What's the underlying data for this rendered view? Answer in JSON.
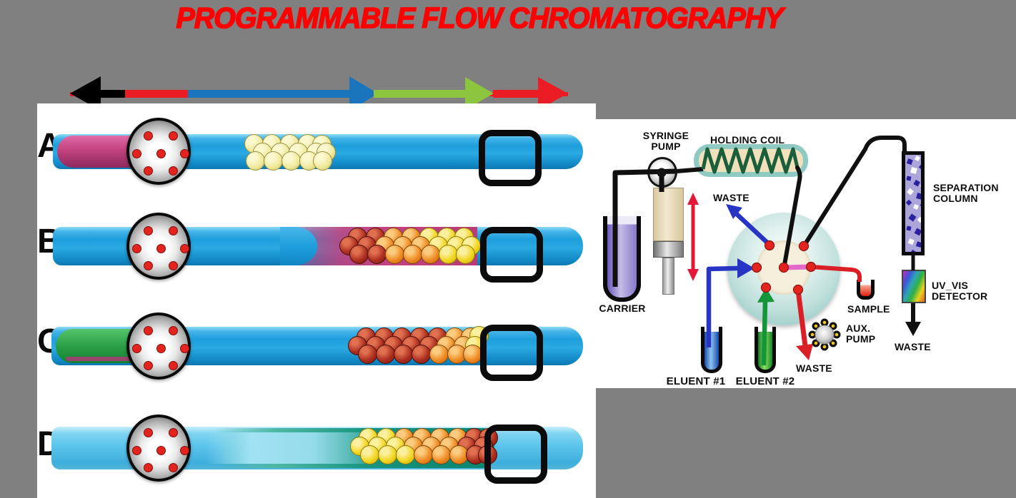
{
  "title": "PROGRAMMABLE FLOW CHROMATOGRAPHY",
  "colors": {
    "title_red": "#FF0000",
    "arrow_black": "#000000",
    "arrow_red": "#EC1C24",
    "arrow_blue": "#1B75BC",
    "arrow_green": "#8CC63E",
    "plug_magenta": "#C2427F",
    "plug_green": "#2CA048",
    "zone_teal": "#0E8A74",
    "bead_paleyellow": "#EFE99A",
    "bead_yellow": "#F2D51E",
    "bead_orange": "#EE8A20",
    "bead_red": "#AC2E1E"
  },
  "flow_arrow": {
    "segments": [
      {
        "color_key": "arrow_black",
        "direction": "left"
      },
      {
        "color_key": "arrow_red",
        "direction": "none"
      },
      {
        "color_key": "arrow_blue",
        "direction": "right"
      },
      {
        "color_key": "arrow_green",
        "direction": "right"
      },
      {
        "color_key": "arrow_red",
        "direction": "right"
      }
    ]
  },
  "tube_panel": {
    "rows": [
      {
        "label": "A",
        "band": "magenta-plug",
        "beads": [
          [
            303,
            56,
            "py"
          ],
          [
            328,
            56,
            "py"
          ],
          [
            353,
            56,
            "py"
          ],
          [
            378,
            56,
            "py"
          ],
          [
            398,
            57,
            "py"
          ],
          [
            315,
            68,
            "py"
          ],
          [
            340,
            68,
            "py"
          ],
          [
            365,
            68,
            "py"
          ],
          [
            390,
            68,
            "py"
          ],
          [
            404,
            68,
            "py"
          ],
          [
            305,
            80,
            "py"
          ],
          [
            330,
            80,
            "py"
          ],
          [
            355,
            80,
            "py"
          ],
          [
            380,
            80,
            "py"
          ],
          [
            399,
            80,
            "py"
          ]
        ]
      },
      {
        "label": "B",
        "band": "magenta-gradient-zone",
        "beads": [
          [
            448,
            187,
            "dr"
          ],
          [
            473,
            187,
            "dr"
          ],
          [
            498,
            187,
            "or"
          ],
          [
            523,
            187,
            "or"
          ],
          [
            548,
            187,
            "ye"
          ],
          [
            573,
            187,
            "ye"
          ],
          [
            597,
            187,
            "ye"
          ],
          [
            436,
            199,
            "dr"
          ],
          [
            461,
            199,
            "dr"
          ],
          [
            486,
            199,
            "or"
          ],
          [
            511,
            199,
            "or"
          ],
          [
            536,
            199,
            "or"
          ],
          [
            561,
            199,
            "ye"
          ],
          [
            586,
            199,
            "ye"
          ],
          [
            607,
            199,
            "ye"
          ],
          [
            450,
            211,
            "dr"
          ],
          [
            475,
            211,
            "dr"
          ],
          [
            500,
            211,
            "or"
          ],
          [
            525,
            211,
            "or"
          ],
          [
            550,
            211,
            "or"
          ],
          [
            575,
            211,
            "ye"
          ],
          [
            599,
            211,
            "ye"
          ]
        ]
      },
      {
        "label": "C",
        "band": "green-plug",
        "beads": [
          [
            460,
            327,
            "dr"
          ],
          [
            485,
            327,
            "dr"
          ],
          [
            510,
            327,
            "dr"
          ],
          [
            535,
            327,
            "dr"
          ],
          [
            560,
            327,
            "dr"
          ],
          [
            584,
            327,
            "or"
          ],
          [
            606,
            327,
            "or"
          ],
          [
            618,
            325,
            "ye"
          ],
          [
            448,
            339,
            "dr"
          ],
          [
            473,
            339,
            "dr"
          ],
          [
            498,
            339,
            "dr"
          ],
          [
            523,
            339,
            "dr"
          ],
          [
            548,
            339,
            "dr"
          ],
          [
            572,
            339,
            "or"
          ],
          [
            596,
            339,
            "or"
          ],
          [
            612,
            339,
            "ye"
          ],
          [
            462,
            351,
            "dr"
          ],
          [
            487,
            351,
            "dr"
          ],
          [
            512,
            351,
            "dr"
          ],
          [
            537,
            351,
            "dr"
          ],
          [
            562,
            351,
            "or"
          ],
          [
            587,
            351,
            "or"
          ],
          [
            609,
            351,
            "or"
          ]
        ]
      },
      {
        "label": "D",
        "band": "teal-gradient-zone",
        "beads": [
          [
            463,
            468,
            "ye"
          ],
          [
            488,
            468,
            "ye"
          ],
          [
            513,
            468,
            "or"
          ],
          [
            538,
            468,
            "or"
          ],
          [
            563,
            468,
            "or"
          ],
          [
            588,
            468,
            "or"
          ],
          [
            611,
            468,
            "dr"
          ],
          [
            631,
            468,
            "dr"
          ],
          [
            451,
            480,
            "ye"
          ],
          [
            476,
            480,
            "ye"
          ],
          [
            501,
            480,
            "ye"
          ],
          [
            526,
            480,
            "or"
          ],
          [
            551,
            480,
            "or"
          ],
          [
            576,
            480,
            "or"
          ],
          [
            601,
            480,
            "dr"
          ],
          [
            624,
            480,
            "dr"
          ],
          [
            465,
            492,
            "ye"
          ],
          [
            490,
            492,
            "ye"
          ],
          [
            515,
            492,
            "ye"
          ],
          [
            540,
            492,
            "or"
          ],
          [
            565,
            492,
            "or"
          ],
          [
            590,
            492,
            "or"
          ],
          [
            613,
            492,
            "dr"
          ],
          [
            630,
            492,
            "dr"
          ]
        ]
      }
    ]
  },
  "diagram": {
    "labels": {
      "syringe_pump_1": "SYRINGE",
      "syringe_pump_2": "PUMP",
      "holding_coil": "HOLDING COIL",
      "waste_valve": "WASTE",
      "carrier": "CARRIER",
      "separation_1": "SEPARATION",
      "separation_2": "COLUMN",
      "uvvis_1": "UV_VIS",
      "uvvis_2": "DETECTOR",
      "waste_detector": "WASTE",
      "sample": "SAMPLE",
      "aux_1": "AUX.",
      "aux_2": "PUMP",
      "waste_pump": "WASTE",
      "eluent1": "ELUENT #1",
      "eluent2": "ELUENT #2"
    }
  }
}
